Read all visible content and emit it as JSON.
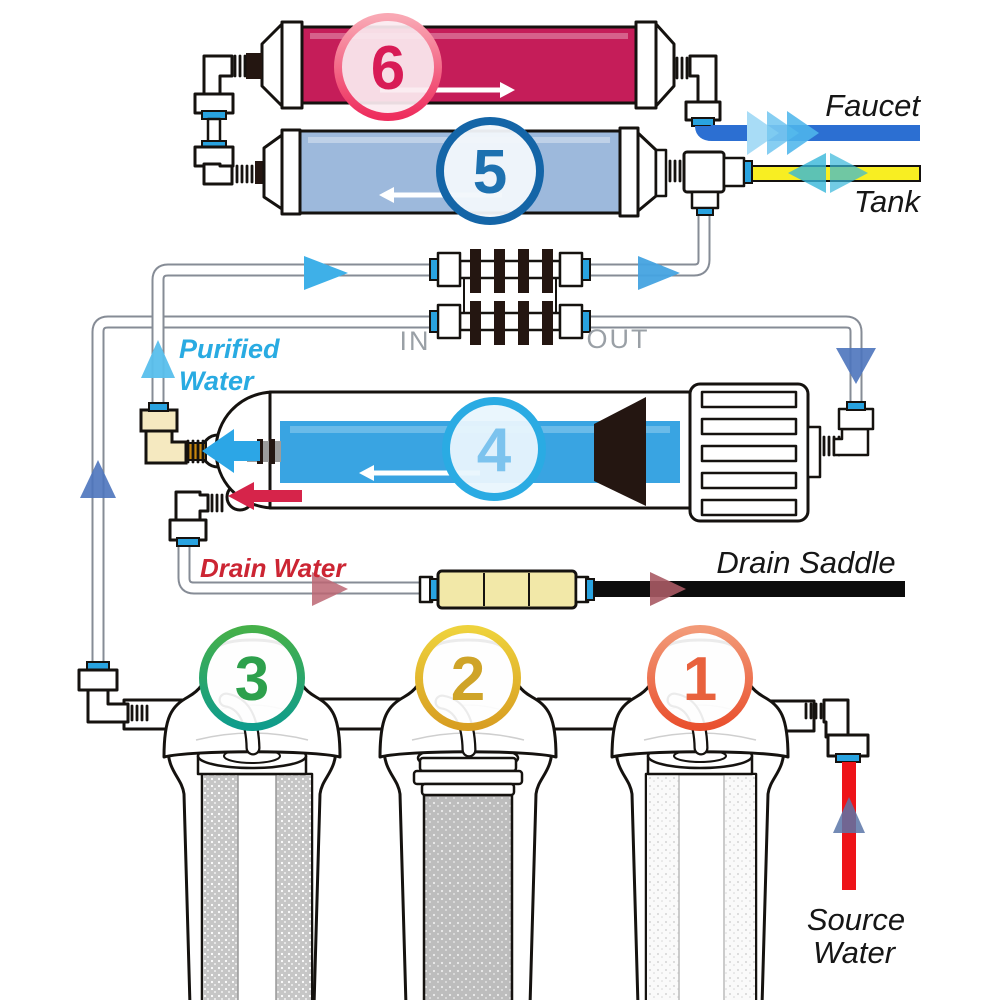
{
  "title": "Reverse osmosis water system flow diagram",
  "labels": {
    "faucet": "Faucet",
    "tank": "Tank",
    "pump_in": "IN",
    "pump_out": "OUT",
    "purified_line1": "Purified",
    "purified_line2": "Water",
    "drain_water": "Drain Water",
    "drain_saddle": "Drain Saddle",
    "source_line1": "Source",
    "source_line2": "Water"
  },
  "stages": [
    {
      "number": "1",
      "ring_color": "#ef7a52",
      "number_color": "#e8613d",
      "description": "sediment filter housing"
    },
    {
      "number": "2",
      "ring_color": "#e3bc2e",
      "number_color": "#cfa428",
      "description": "carbon filter housing"
    },
    {
      "number": "3",
      "ring_color": "#2aa35c",
      "number_color": "#2da04c",
      "description": "carbon block filter housing"
    },
    {
      "number": "4",
      "ring_color": "#2aabe3",
      "number_color": "#7cc3ee",
      "description": "reverse osmosis membrane"
    },
    {
      "number": "5",
      "ring_color": "#1465a7",
      "number_color": "#1d71b0",
      "description": "inline post filter"
    },
    {
      "number": "6",
      "ring_color": "#f0506e",
      "number_color": "#d81b56",
      "description": "inline polishing filter"
    }
  ],
  "colors": {
    "filter6_body": "#c51d59",
    "filter5_body": "#9db9dc",
    "membrane_blue": "#39a4e2",
    "faucet_pipe": "#2c6fd2",
    "tank_pipe": "#f8ee22",
    "source_pipe": "#ee1318",
    "drain_line": "#0c0c0c",
    "fitting_collar": "#29a3e0",
    "restrictor_body": "#f2e8a8",
    "brass_fitting": "#f5e9c0",
    "purified_text": "#29abe2",
    "drain_text": "#cc2533",
    "label_text": "#161616",
    "inout_text": "#9aa0a6"
  }
}
